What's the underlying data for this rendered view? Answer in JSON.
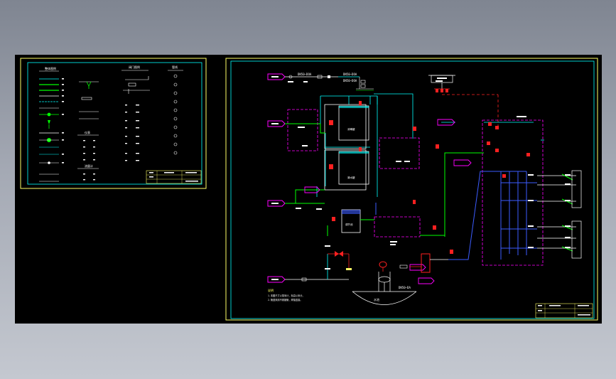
{
  "colors": {
    "background": "#000000",
    "frame": "#ffff66",
    "pipe_cyan": "#00ffff",
    "pipe_green": "#00ff00",
    "pipe_red": "#ff2020",
    "pipe_blue": "#3c5cff",
    "magenta": "#ff00ff",
    "white": "#ffffff"
  },
  "legend_sheet": {
    "col1_header": "整体图例",
    "col2_header": "阀门图例",
    "col3_header": "管线",
    "section_header": "仪表",
    "section2_header": "流量计"
  },
  "main_sheet": {
    "tags": {
      "top_line_1": "DN50—DOA",
      "top_line_2": "DN50—DOA",
      "top_line_3": "DN50—DOA",
      "bottom_line": "DN50—DA",
      "tank_1": "消毒罐",
      "tank_2": "清水罐",
      "tank_3": "调节池",
      "pool": "水池"
    },
    "notes_title": "说明",
    "notes": [
      "1.本图尺寸以毫米计，标高以米计。",
      "2.管道采用不锈钢管，焊接连接。"
    ]
  }
}
